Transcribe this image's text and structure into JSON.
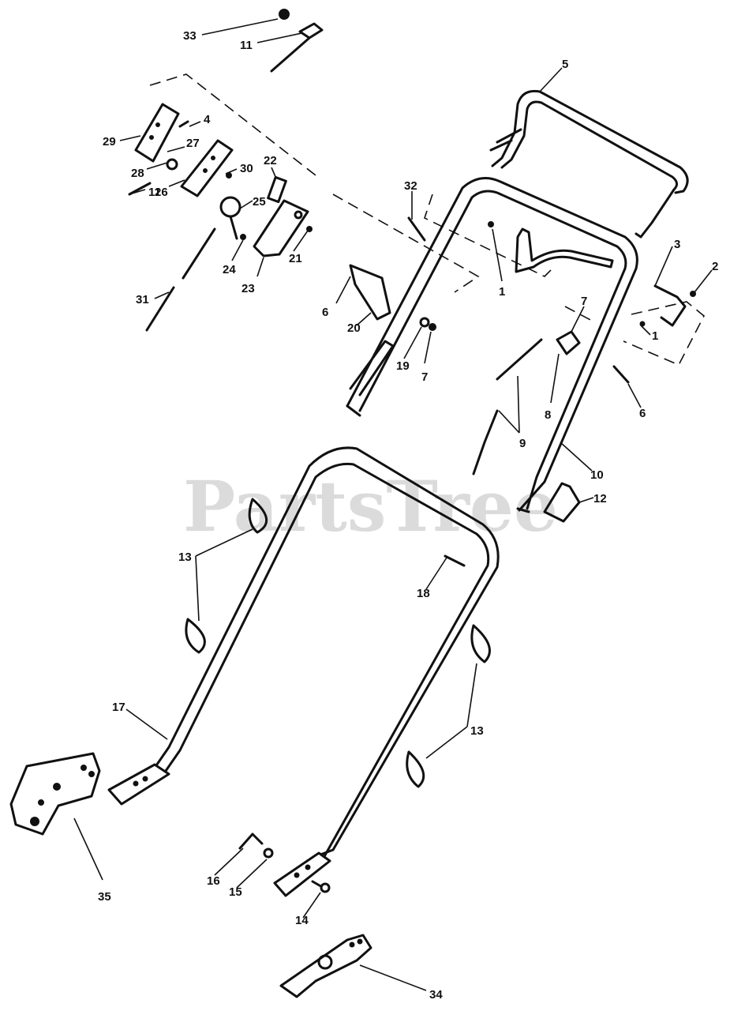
{
  "watermark": "PartsTree",
  "callouts": [
    {
      "id": "c33",
      "label": "33"
    },
    {
      "id": "c11a",
      "label": "11"
    },
    {
      "id": "c5",
      "label": "5"
    },
    {
      "id": "c4",
      "label": "4"
    },
    {
      "id": "c29",
      "label": "29"
    },
    {
      "id": "c27",
      "label": "27"
    },
    {
      "id": "c28",
      "label": "28"
    },
    {
      "id": "c11b",
      "label": "11"
    },
    {
      "id": "c30",
      "label": "30"
    },
    {
      "id": "c22",
      "label": "22"
    },
    {
      "id": "c26",
      "label": "26"
    },
    {
      "id": "c32",
      "label": "32"
    },
    {
      "id": "c25",
      "label": "25"
    },
    {
      "id": "c3",
      "label": "3"
    },
    {
      "id": "c2",
      "label": "2"
    },
    {
      "id": "c24",
      "label": "24"
    },
    {
      "id": "c21",
      "label": "21"
    },
    {
      "id": "c23",
      "label": "23"
    },
    {
      "id": "c1a",
      "label": "1"
    },
    {
      "id": "c31",
      "label": "31"
    },
    {
      "id": "c6a",
      "label": "6"
    },
    {
      "id": "c7a",
      "label": "7"
    },
    {
      "id": "c1b",
      "label": "1"
    },
    {
      "id": "c20",
      "label": "20"
    },
    {
      "id": "c19",
      "label": "19"
    },
    {
      "id": "c7b",
      "label": "7"
    },
    {
      "id": "c8",
      "label": "8"
    },
    {
      "id": "c6b",
      "label": "6"
    },
    {
      "id": "c9",
      "label": "9"
    },
    {
      "id": "c10",
      "label": "10"
    },
    {
      "id": "c12",
      "label": "12"
    },
    {
      "id": "c13a",
      "label": "13"
    },
    {
      "id": "c18",
      "label": "18"
    },
    {
      "id": "c17",
      "label": "17"
    },
    {
      "id": "c13b",
      "label": "13"
    },
    {
      "id": "c35",
      "label": "35"
    },
    {
      "id": "c16",
      "label": "16"
    },
    {
      "id": "c15",
      "label": "15"
    },
    {
      "id": "c14",
      "label": "14"
    },
    {
      "id": "c34",
      "label": "34"
    }
  ]
}
